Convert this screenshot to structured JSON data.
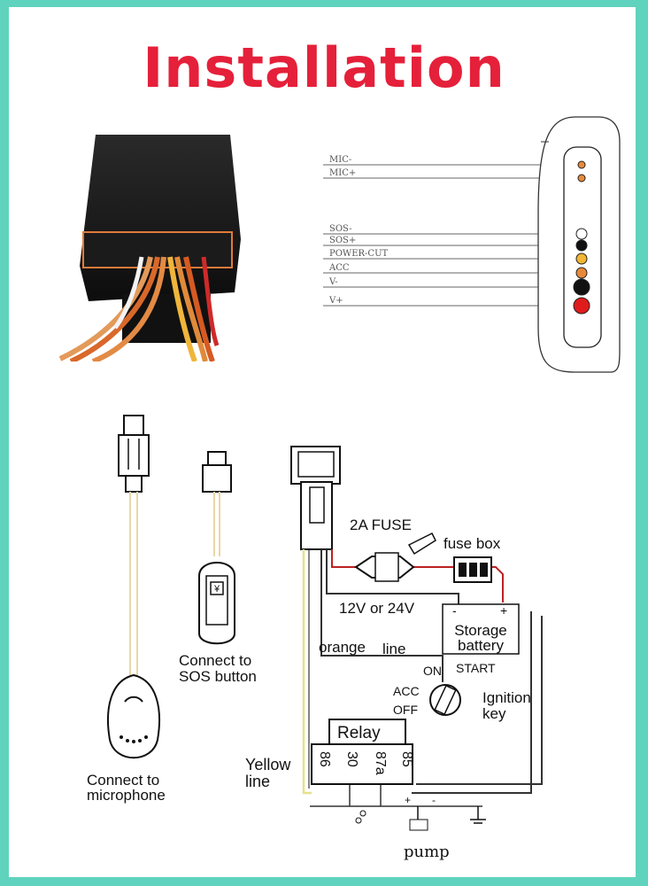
{
  "title": "Installation",
  "pinout": {
    "wires": [
      "MIC-",
      "MIC+",
      "SOS-",
      "SOS+",
      "POWER-CUT",
      "ACC",
      "V-",
      "V+"
    ],
    "pin_colors": [
      "#e8893a",
      "#e8893a",
      "#ffffff",
      "#111111",
      "#f2b632",
      "#e8893a",
      "#111111",
      "#e01b1b"
    ]
  },
  "wiring": {
    "fuse_label": "2A FUSE",
    "fuse_box_label": "fuse box",
    "voltage_label": "12V or 24V",
    "battery_minus": "-",
    "battery_plus": "+",
    "battery_label_1": "Storage",
    "battery_label_2": "battery",
    "orange_label": "orange",
    "line_label": "line",
    "ignition_on": "ON",
    "ignition_start": "START",
    "ignition_acc": "ACC",
    "ignition_off": "OFF",
    "ignition_label_1": "Ignition",
    "ignition_label_2": "key",
    "relay_label": "Relay",
    "relay_pins": [
      "86",
      "30",
      "87a",
      "85"
    ],
    "yellow_label_1": "Yellow",
    "yellow_label_2": "line",
    "pump_label": "pump",
    "sos_label_1": "Connect to",
    "sos_label_2": "SOS button",
    "mic_label_1": "Connect to",
    "mic_label_2": "microphone",
    "ground_plus": "+",
    "ground_minus": "-"
  }
}
